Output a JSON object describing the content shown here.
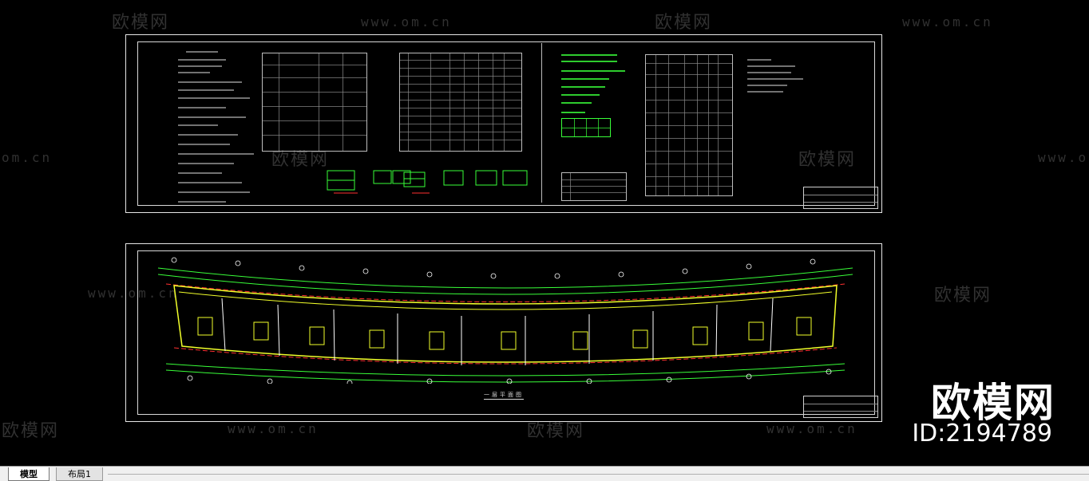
{
  "watermark": {
    "brand_cn": "欧模网",
    "url": "www.om.cn",
    "url_short": "om.cn",
    "id_label": "ID:2194789"
  },
  "tabs": [
    {
      "label": "模型",
      "active": true
    },
    {
      "label": "布局1",
      "active": false
    }
  ],
  "plan": {
    "caption": "一层平面图"
  },
  "colors": {
    "background": "#000000",
    "frame": "#e6e6e6",
    "wall_yellow": "#f2ff2a",
    "axis_red": "#ff3030",
    "dim_green": "#39ff39",
    "watermark_gray": "#3a3a3a"
  }
}
